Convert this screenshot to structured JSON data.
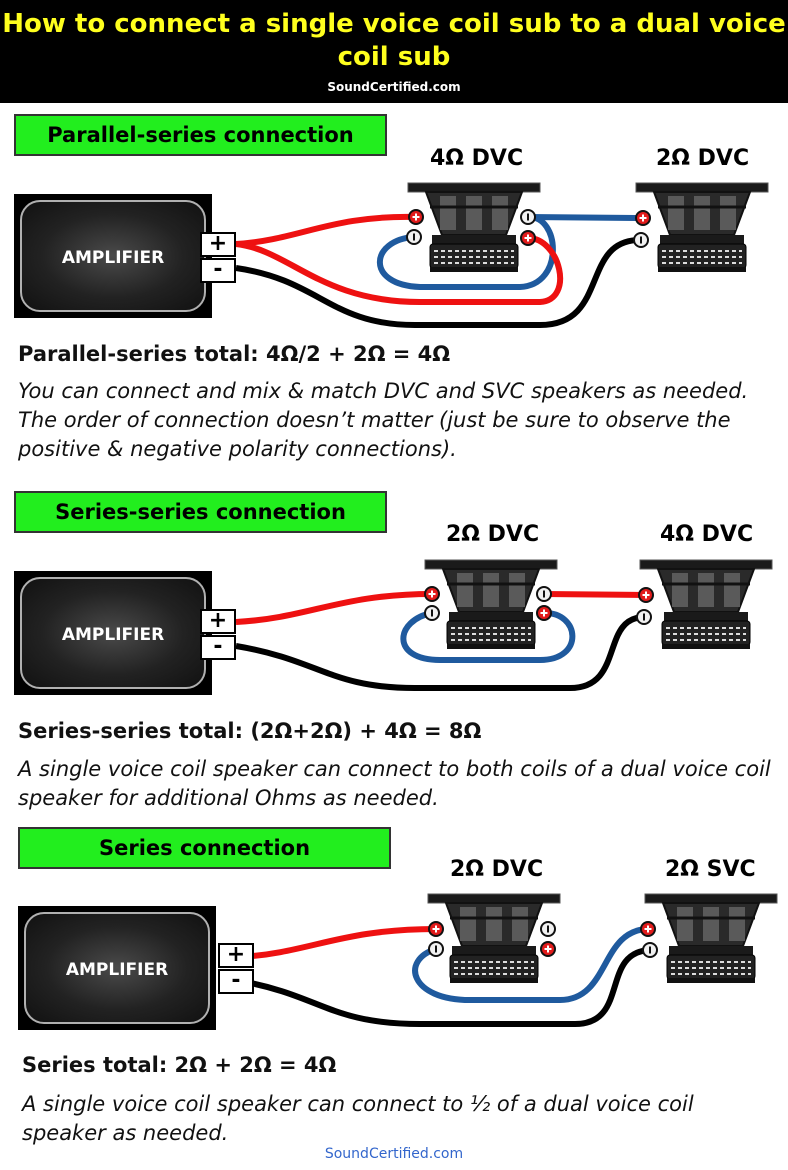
{
  "header": {
    "title": "How to connect a single voice coil sub to a dual voice coil sub",
    "brand": "SoundCertified.com"
  },
  "sections": [
    {
      "label": "Parallel-series connection",
      "amplifier": "AMPLIFIER",
      "plus": "+",
      "minus": "-",
      "speaker1": "4Ω DVC",
      "speaker2": "2Ω DVC",
      "total": "Parallel-series total: 4Ω/2 + 2Ω = 4Ω",
      "note": "You can connect and mix & match DVC and SVC speakers as needed. The order of connection doesn’t matter (just be sure to observe the positive & negative polarity connections)."
    },
    {
      "label": "Series-series connection",
      "amplifier": "AMPLIFIER",
      "plus": "+",
      "minus": "-",
      "speaker1": "2Ω DVC",
      "speaker2": "4Ω DVC",
      "total": "Series-series total: (2Ω+2Ω) + 4Ω = 8Ω",
      "note": "A single voice coil speaker can connect to both coils of a dual voice coil speaker for additional Ohms as needed."
    },
    {
      "label": "Series connection",
      "amplifier": "AMPLIFIER",
      "plus": "+",
      "minus": "-",
      "speaker1": "2Ω DVC",
      "speaker2": "2Ω SVC",
      "total": "Series total: 2Ω + 2Ω = 4Ω",
      "note": "A single voice coil speaker can connect to ½ of a dual voice coil speaker as needed."
    }
  ],
  "footer": {
    "brand": "SoundCertified.com"
  },
  "colors": {
    "header_bg": "#000000",
    "title": "#ffff1e",
    "label_bg": "#22ee1e",
    "positive_wire": "#ee1111",
    "negative_wire": "#000000",
    "jumper_wire": "#1f5a9e",
    "brand_link": "#3366cc"
  }
}
